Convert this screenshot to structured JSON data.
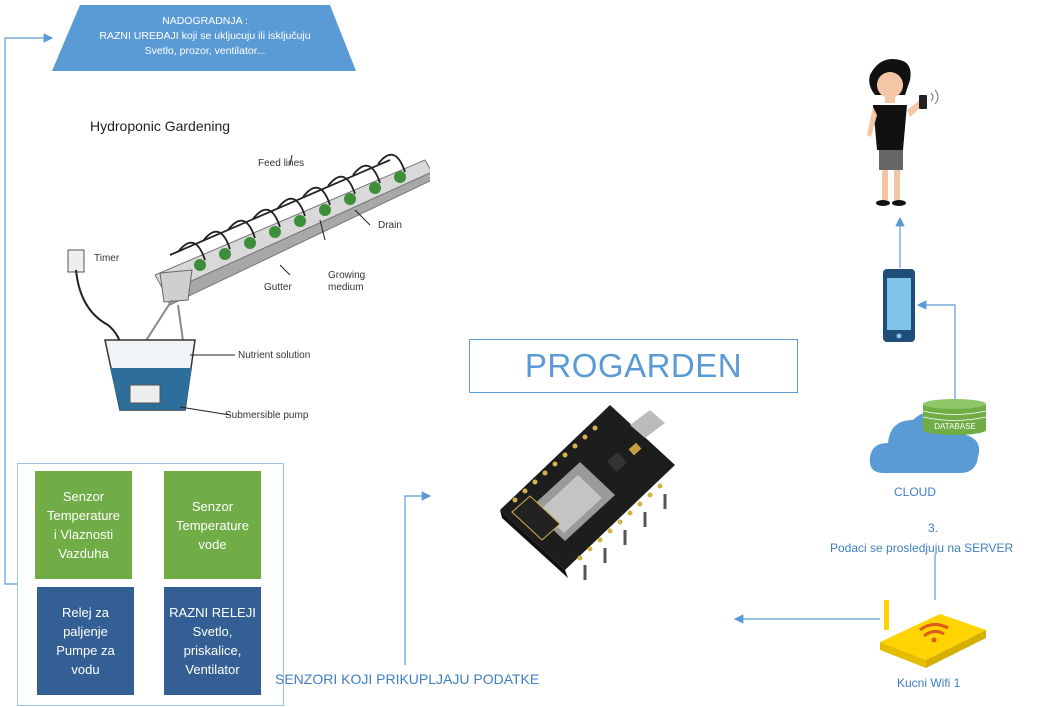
{
  "upgrade": {
    "line1": "NADOGRADNJA :",
    "line2": "RAZNI UREĐAJI koji se uklјucuju ili isklјučuju",
    "line3": "Svetlo, prozor, ventilator..."
  },
  "hydroponic": {
    "title": "Hydroponic Gardening",
    "feed_lines": "Feed lines",
    "drain": "Drain",
    "timer": "Timer",
    "gutter": "Gutter",
    "growing_medium_1": "Growing",
    "growing_medium_2": "medium",
    "nutrient_solution": "Nutrient solution",
    "submersible_pump": "Submersible pump"
  },
  "title": "PROGARDEN",
  "boxes": [
    {
      "lines": [
        "Senzor",
        "Temperature",
        "i Vlaznosti",
        "Vazduha"
      ]
    },
    {
      "lines": [
        "Senzor",
        "Temperature",
        "vode"
      ]
    },
    {
      "lines": [
        "Relej za",
        "paljenje",
        "Pumpe za",
        "vodu"
      ]
    },
    {
      "lines": [
        "RAZNI RELEJI",
        "Svetlo,",
        "priskalice,",
        "Ventilator"
      ]
    }
  ],
  "sensors_label": "SENZORI KOJI PRIKUPLJAJU PODATKE",
  "database_label": "DATABASE",
  "cloud_label": "CLOUD",
  "step_number": "3.",
  "step_text": "Podaci se prosledjuju na SERVER",
  "wifi_label": "Kucni Wifi 1",
  "colors": {
    "accent": "#5b9bd5",
    "green": "#70ad47",
    "blue": "#335f95"
  }
}
